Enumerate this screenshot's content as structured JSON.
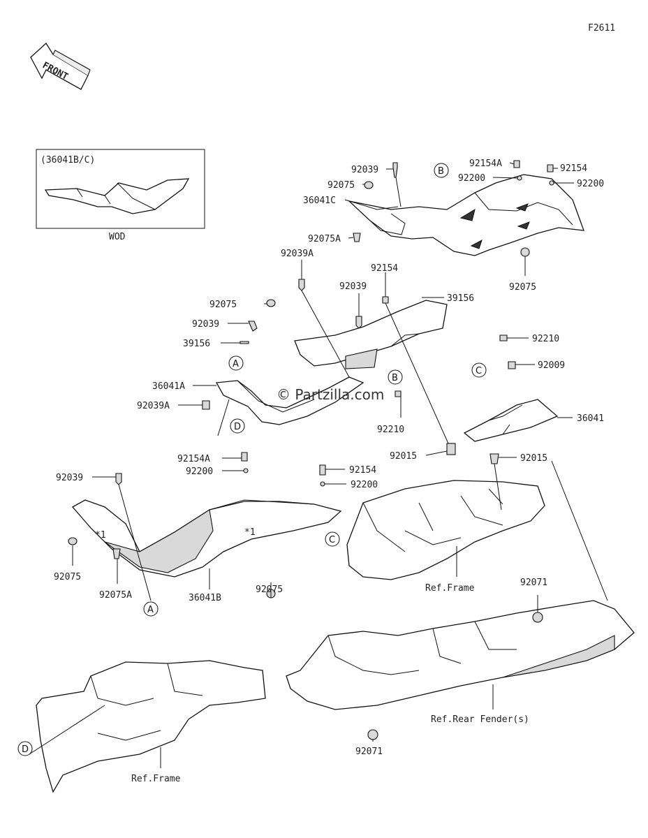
{
  "figure_code": "F2611",
  "front_label": "FRONT",
  "inset": {
    "header": "(36041B/C)",
    "footer": "WOD"
  },
  "watermark": "© Partzilla.com",
  "footnote_mark": "*1",
  "callouts": {
    "a": "A",
    "b": "B",
    "c": "C",
    "d": "D"
  },
  "labels": {
    "l01": "92039",
    "l02": "92075",
    "l03": "36041C",
    "l04": "92075A",
    "l05": "92039A",
    "l06": "92154A",
    "l07": "92200",
    "l08": "92154",
    "l09": "92200",
    "l10": "92075",
    "l11": "92154",
    "l12": "92039",
    "l13": "39156",
    "l14": "92075",
    "l15": "92039",
    "l16": "39156",
    "l17": "92210",
    "l18": "36041A",
    "l19": "92039A",
    "l20": "92210",
    "l21": "92009",
    "l22": "36041",
    "l23": "92015",
    "l24": "92015",
    "l25": "92154A",
    "l26": "92200",
    "l27": "92154",
    "l28": "92200",
    "l29": "92039",
    "l30": "92075",
    "l31": "92075A",
    "l32": "36041B",
    "l33": "92075",
    "l34": "Ref.Frame",
    "l35": "92071",
    "l36": "Ref.Rear Fender(s)",
    "l37": "92071",
    "l38": "Ref.Frame"
  }
}
